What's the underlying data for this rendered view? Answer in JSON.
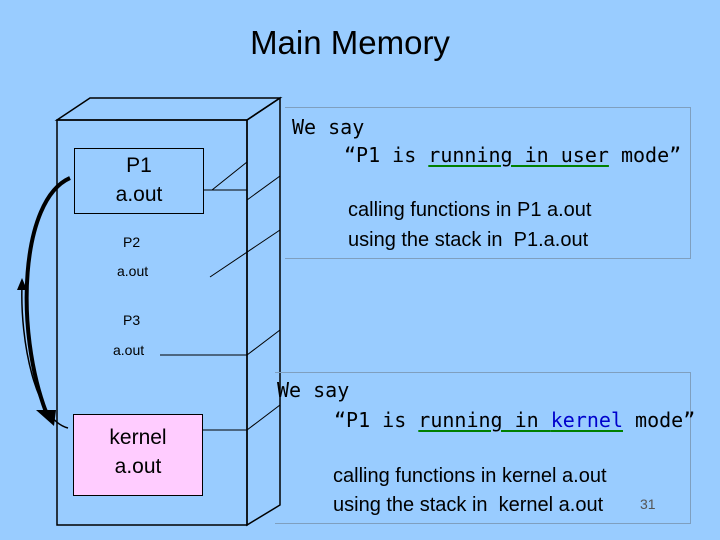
{
  "title": "Main Memory",
  "memory": {
    "p1_name": "P1",
    "p1_file": "a.out",
    "p2_name": "P2",
    "p2_file": "a.out",
    "p3_name": "P3",
    "p3_file": "a.out",
    "kernel_name": "kernel",
    "kernel_file": "a.out"
  },
  "user_panel": {
    "we_say": "We say",
    "quote_open": "“P1 is ",
    "underlined": "running in user",
    "quote_close": " mode”",
    "line1": "calling functions in P1 a.out",
    "line2": "using the stack in  P1.a.out"
  },
  "kernel_panel": {
    "we_say": "We say",
    "quote_open": "“P1 is ",
    "underlined": "running in ",
    "underlined_blue": "kernel",
    "quote_close": " mode”",
    "line1": "calling functions in kernel a.out",
    "line2": "using the stack in  kernel a.out"
  },
  "page_number": "31",
  "colors": {
    "background": "#99ccff",
    "kernel_box": "#ffccff",
    "underline": "#008000",
    "kernel_word": "#0000cc"
  }
}
